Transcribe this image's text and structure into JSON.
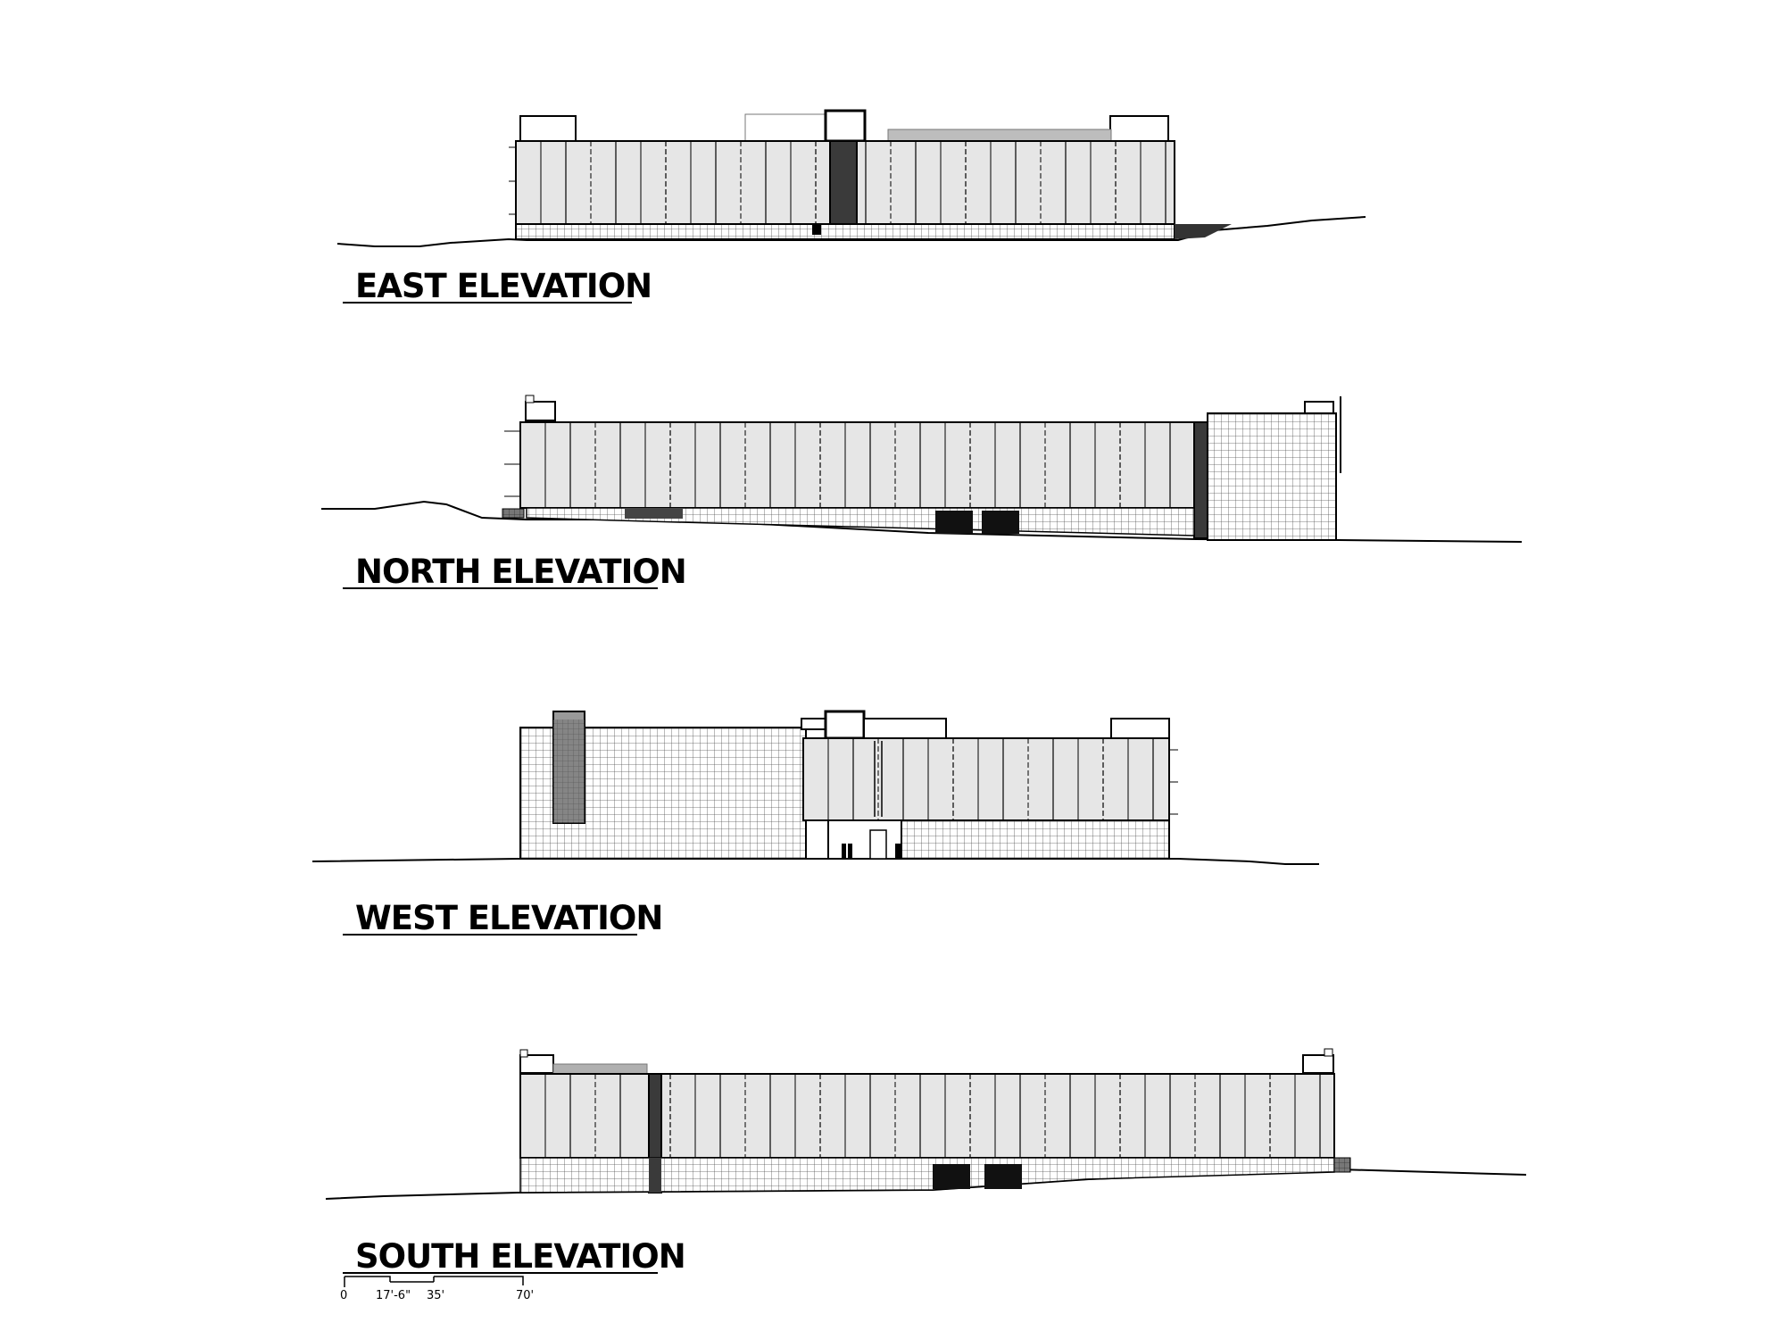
{
  "drawing": {
    "elevations": [
      {
        "id": "east",
        "label": "EAST ELEVATION"
      },
      {
        "id": "north",
        "label": "NORTH ELEVATION"
      },
      {
        "id": "west",
        "label": "WEST ELEVATION"
      },
      {
        "id": "south",
        "label": "SOUTH ELEVATION"
      }
    ],
    "scale_bar": {
      "ticks": [
        "0",
        "17'-6\"",
        "35'",
        "70'"
      ]
    },
    "colors": {
      "line": "#000000",
      "panel_fill": "#e6e6e6",
      "dark_band": "#3a3a3a",
      "roof_screen": "#b3b3b3"
    }
  }
}
